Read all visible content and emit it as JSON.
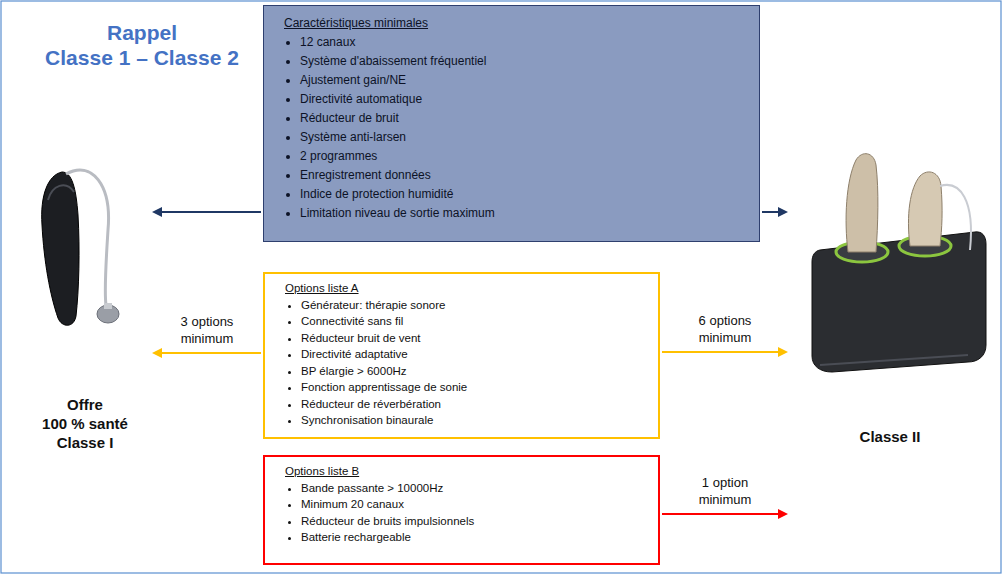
{
  "diagram": {
    "title": "Rappel",
    "nodes": [
      {
        "text": [
          "Caractéristiques minimales",
          "12 canaux",
          "Système d'abaissement fréquentiel",
          "Ajustement gain/NE",
          "Directivité automatique",
          "Réducteur de bruit",
          "Système anti-larsen",
          "2 programmes",
          "Enregistrement données",
          "Indice de protection humidité",
          "Limitation niveau de sortie maximum"
        ]
      },
      {
        "text": [
          "Options liste A",
          "Générateur: thérapie sonore",
          "Connectivité sans fil",
          "Réducteur bruit de vent",
          "Directivité adaptative",
          "BP élargie > 6000Hz",
          "Fonction apprentissage de sonie",
          "Réducteur de réverbération",
          "Synchronisation binaurale"
        ]
      },
      {
        "text": [
          "Options liste B",
          "Bande passante > 10000Hz",
          "Minimum 20 canaux",
          "Réducteur de bruits impulsionnels",
          "Batterie rechargeable"
        ]
      },
      {
        "text": [
          "Offre",
          "100 % santé",
          "Classe I"
        ]
      },
      {
        "text": [
          "Classe II"
        ]
      }
    ],
    "edges": [
      {
        "from": 0,
        "to": 3,
        "arrow": "to"
      },
      {
        "from": 0,
        "to": 4,
        "arrow": "to"
      },
      {
        "from": 1,
        "to": 3,
        "label": "3 options minimum",
        "arrow": "to"
      },
      {
        "from": 1,
        "to": 4,
        "label": "6 options minimum",
        "arrow": "to"
      },
      {
        "from": 2,
        "to": 4,
        "label": "1 option minimum",
        "arrow": "to"
      }
    ],
    "labels": [
      "Classe 1 – Classe 2"
    ]
  }
}
